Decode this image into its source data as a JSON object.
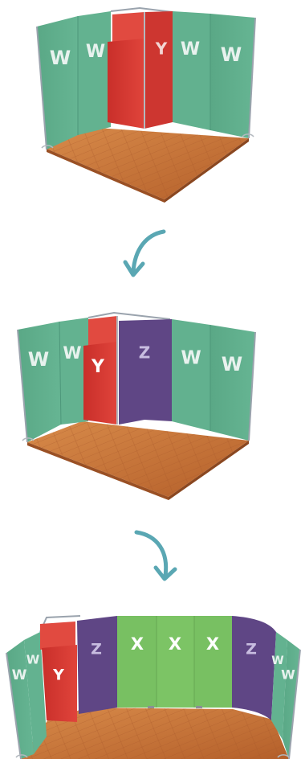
{
  "panel_labels": {
    "w": "W",
    "x": "X",
    "y": "Y",
    "z": "Z"
  },
  "colors": {
    "panel_w": "#5fae8c",
    "panel_x": "#77c060",
    "panel_y": "#d93a33",
    "panel_z": "#5f4685",
    "floor": "#c8743a",
    "frame": "#9aa3ad",
    "arrow": "#5aa7b3"
  },
  "icons": {
    "transition_arrow_1": "curved-arrow-down-left",
    "transition_arrow_2": "curved-arrow-down-right"
  }
}
